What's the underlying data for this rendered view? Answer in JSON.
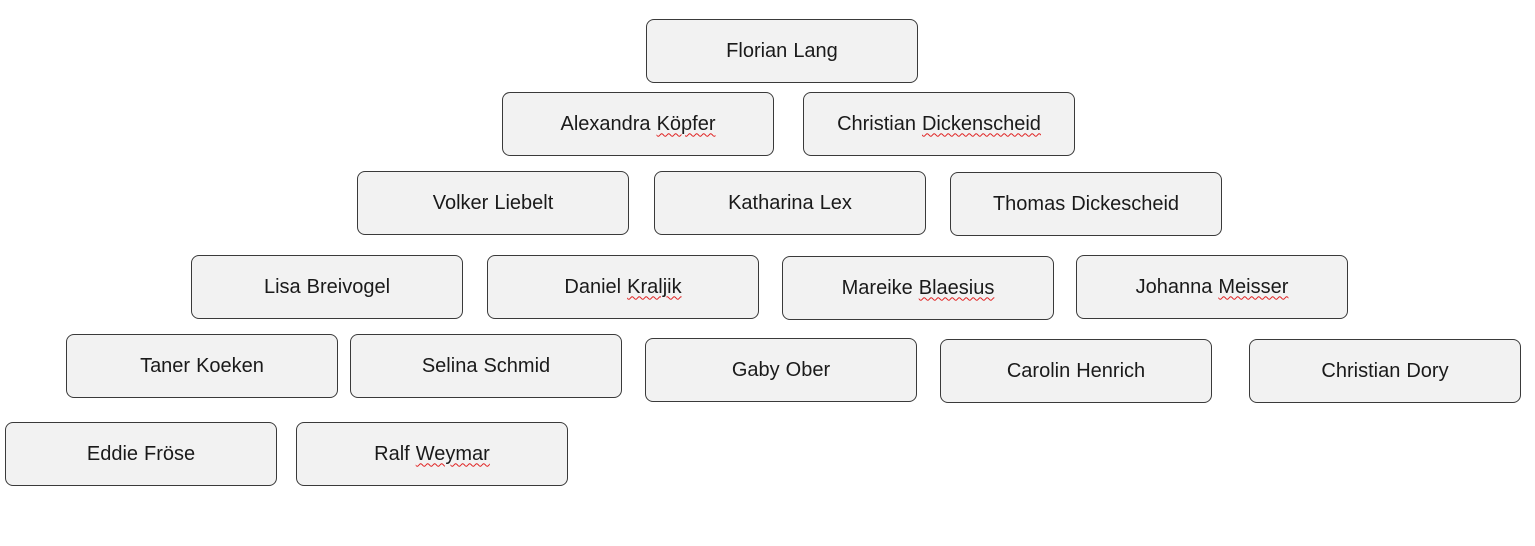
{
  "people": [
    {
      "first": "Florian",
      "last": "Lang",
      "flag_last": false
    },
    {
      "first": "Alexandra",
      "last": "Köpfer",
      "flag_last": true
    },
    {
      "first": "Christian",
      "last": "Dickenscheid",
      "flag_last": true
    },
    {
      "first": "Volker",
      "last": "Liebelt",
      "flag_last": false
    },
    {
      "first": "Katharina",
      "last": "Lex",
      "flag_last": false
    },
    {
      "first": "Thomas",
      "last": "Dickescheid",
      "flag_last": false
    },
    {
      "first": "Lisa",
      "last": "Breivogel",
      "flag_last": false
    },
    {
      "first": "Daniel",
      "last": "Kraljik",
      "flag_last": true
    },
    {
      "first": "Mareike",
      "last": "Blaesius",
      "flag_last": true
    },
    {
      "first": "Johanna",
      "last": "Meisser",
      "flag_last": true
    },
    {
      "first": "Taner",
      "last": "Koeken",
      "flag_last": false
    },
    {
      "first": "Selina",
      "last": "Schmid",
      "flag_last": false
    },
    {
      "first": "Gaby",
      "last": "Ober",
      "flag_last": false
    },
    {
      "first": "Carolin",
      "last": "Henrich",
      "flag_last": false
    },
    {
      "first": "Christian",
      "last": "Dory",
      "flag_last": false
    },
    {
      "first": "Eddie",
      "last": "Fröse",
      "flag_last": false
    },
    {
      "first": "Ralf",
      "last": "Weymar",
      "flag_last": true
    }
  ],
  "colors": {
    "box_fill": "#f2f2f2",
    "box_border": "#3a3a3a",
    "spellcheck_underline": "#e02020"
  }
}
